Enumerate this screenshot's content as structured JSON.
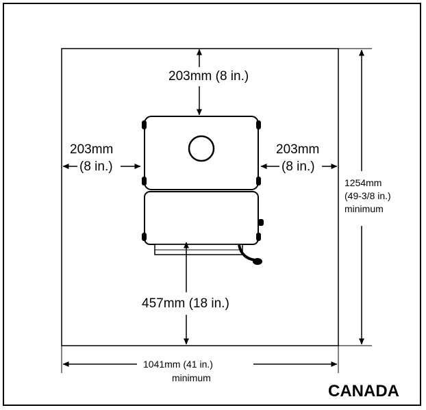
{
  "labels": {
    "top_clearance": "203mm (8 in.)",
    "left_clearance_mm": "203mm",
    "left_clearance_in": "(8 in.)",
    "right_clearance_mm": "203mm",
    "right_clearance_in": "(8 in.)",
    "front_clearance": "457mm (18 in.)",
    "height_line1": "1254mm",
    "height_line2": "(49-3/8 in.)",
    "height_line3": "minimum",
    "width_line1": "1041mm (41 in.)",
    "width_line2": "minimum"
  },
  "region": "CANADA"
}
